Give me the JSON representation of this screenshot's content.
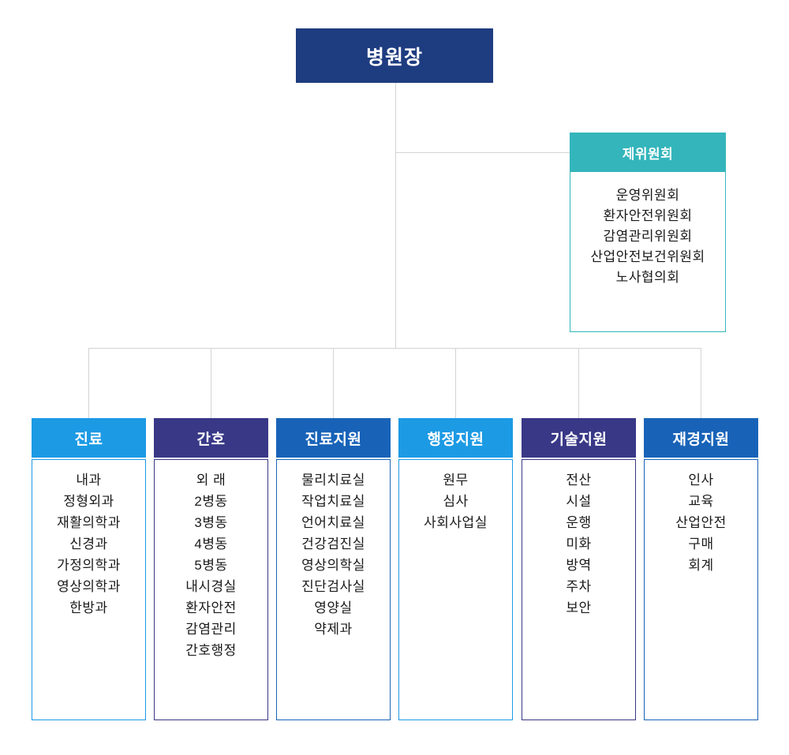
{
  "chart_type": "organization-chart",
  "colors": {
    "root": "#1e3c80",
    "committee": "#33b5bb",
    "connector": "#d2d3d5",
    "light_blue": "#1c9ae4",
    "deep_purple": "#383887",
    "medium_blue": "#1863b8"
  },
  "root": {
    "label": "병원장"
  },
  "committee": {
    "title": "제위원회",
    "items": [
      "운영위원회",
      "환자안전위원회",
      "감염관리위원회",
      "산업안전보건위원회",
      "노사협의회"
    ]
  },
  "departments": [
    {
      "title": "진료",
      "color": "#1c9ae4",
      "items": [
        "내과",
        "정형외과",
        "재활의학과",
        "신경과",
        "가정의학과",
        "영상의학과",
        "한방과"
      ]
    },
    {
      "title": "간호",
      "color": "#383887",
      "items": [
        "외 래",
        "2병동",
        "3병동",
        "4병동",
        "5병동",
        "내시경실",
        "환자안전",
        "감염관리",
        "간호행정"
      ]
    },
    {
      "title": "진료지원",
      "color": "#1863b8",
      "items": [
        "물리치료실",
        "작업치료실",
        "언어치료실",
        "건강검진실",
        "영상의학실",
        "진단검사실",
        "영양실",
        "약제과"
      ]
    },
    {
      "title": "행정지원",
      "color": "#1c9ae4",
      "items": [
        "원무",
        "심사",
        "사회사업실"
      ]
    },
    {
      "title": "기술지원",
      "color": "#383887",
      "items": [
        "전산",
        "시설",
        "운행",
        "미화",
        "방역",
        "주차",
        "보안"
      ]
    },
    {
      "title": "재경지원",
      "color": "#1863b8",
      "items": [
        "인사",
        "교육",
        "산업안전",
        "구매",
        "회계"
      ]
    }
  ]
}
